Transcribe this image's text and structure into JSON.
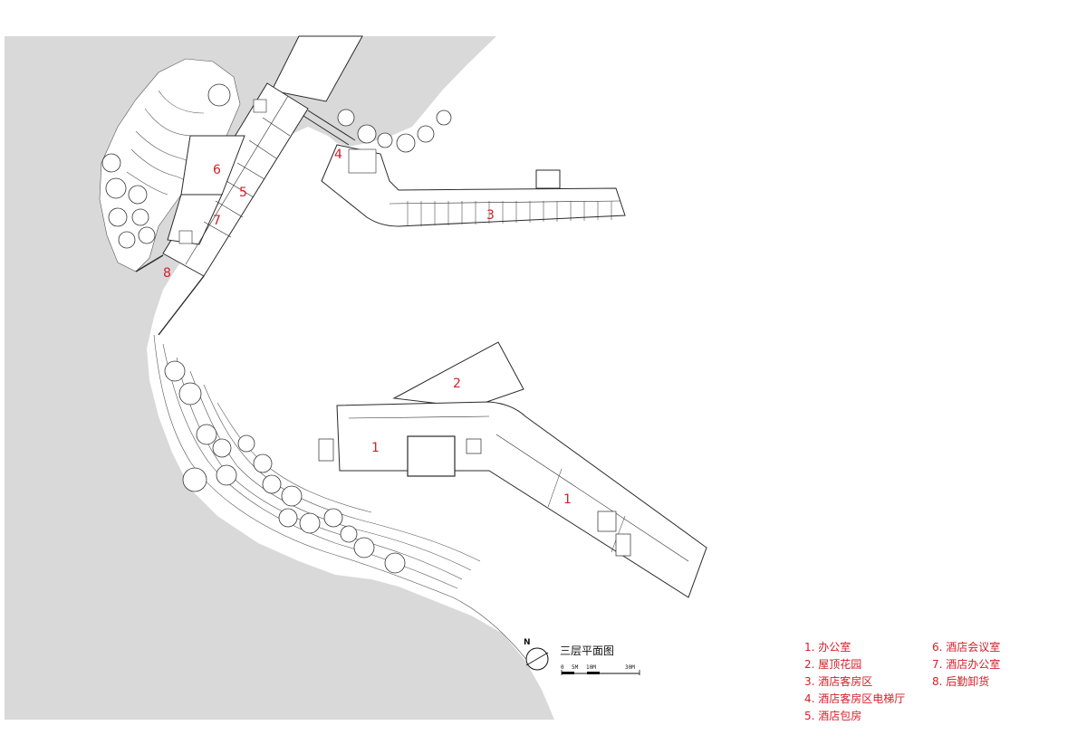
{
  "plan": {
    "title": "三层平面图",
    "north_label": "N",
    "scale_labels": [
      "0",
      "5M",
      "10M",
      "30M"
    ],
    "room_numbers": [
      "6",
      "5",
      "7",
      "8",
      "4",
      "3",
      "2",
      "1",
      "1"
    ]
  },
  "legend": {
    "left_items": [
      "1. 办公室",
      "2. 屋顶花园",
      "3. 酒店客房区",
      "4. 酒店客房区电梯厅",
      "5. 酒店包房"
    ],
    "right_items": [
      "6. 酒店会议室",
      "7. 酒店办公室",
      "8. 后勤卸货"
    ]
  },
  "colors": {
    "terrain": "#d9d9d9",
    "linework": "#2a2a2a",
    "labels": "#d4202a"
  }
}
